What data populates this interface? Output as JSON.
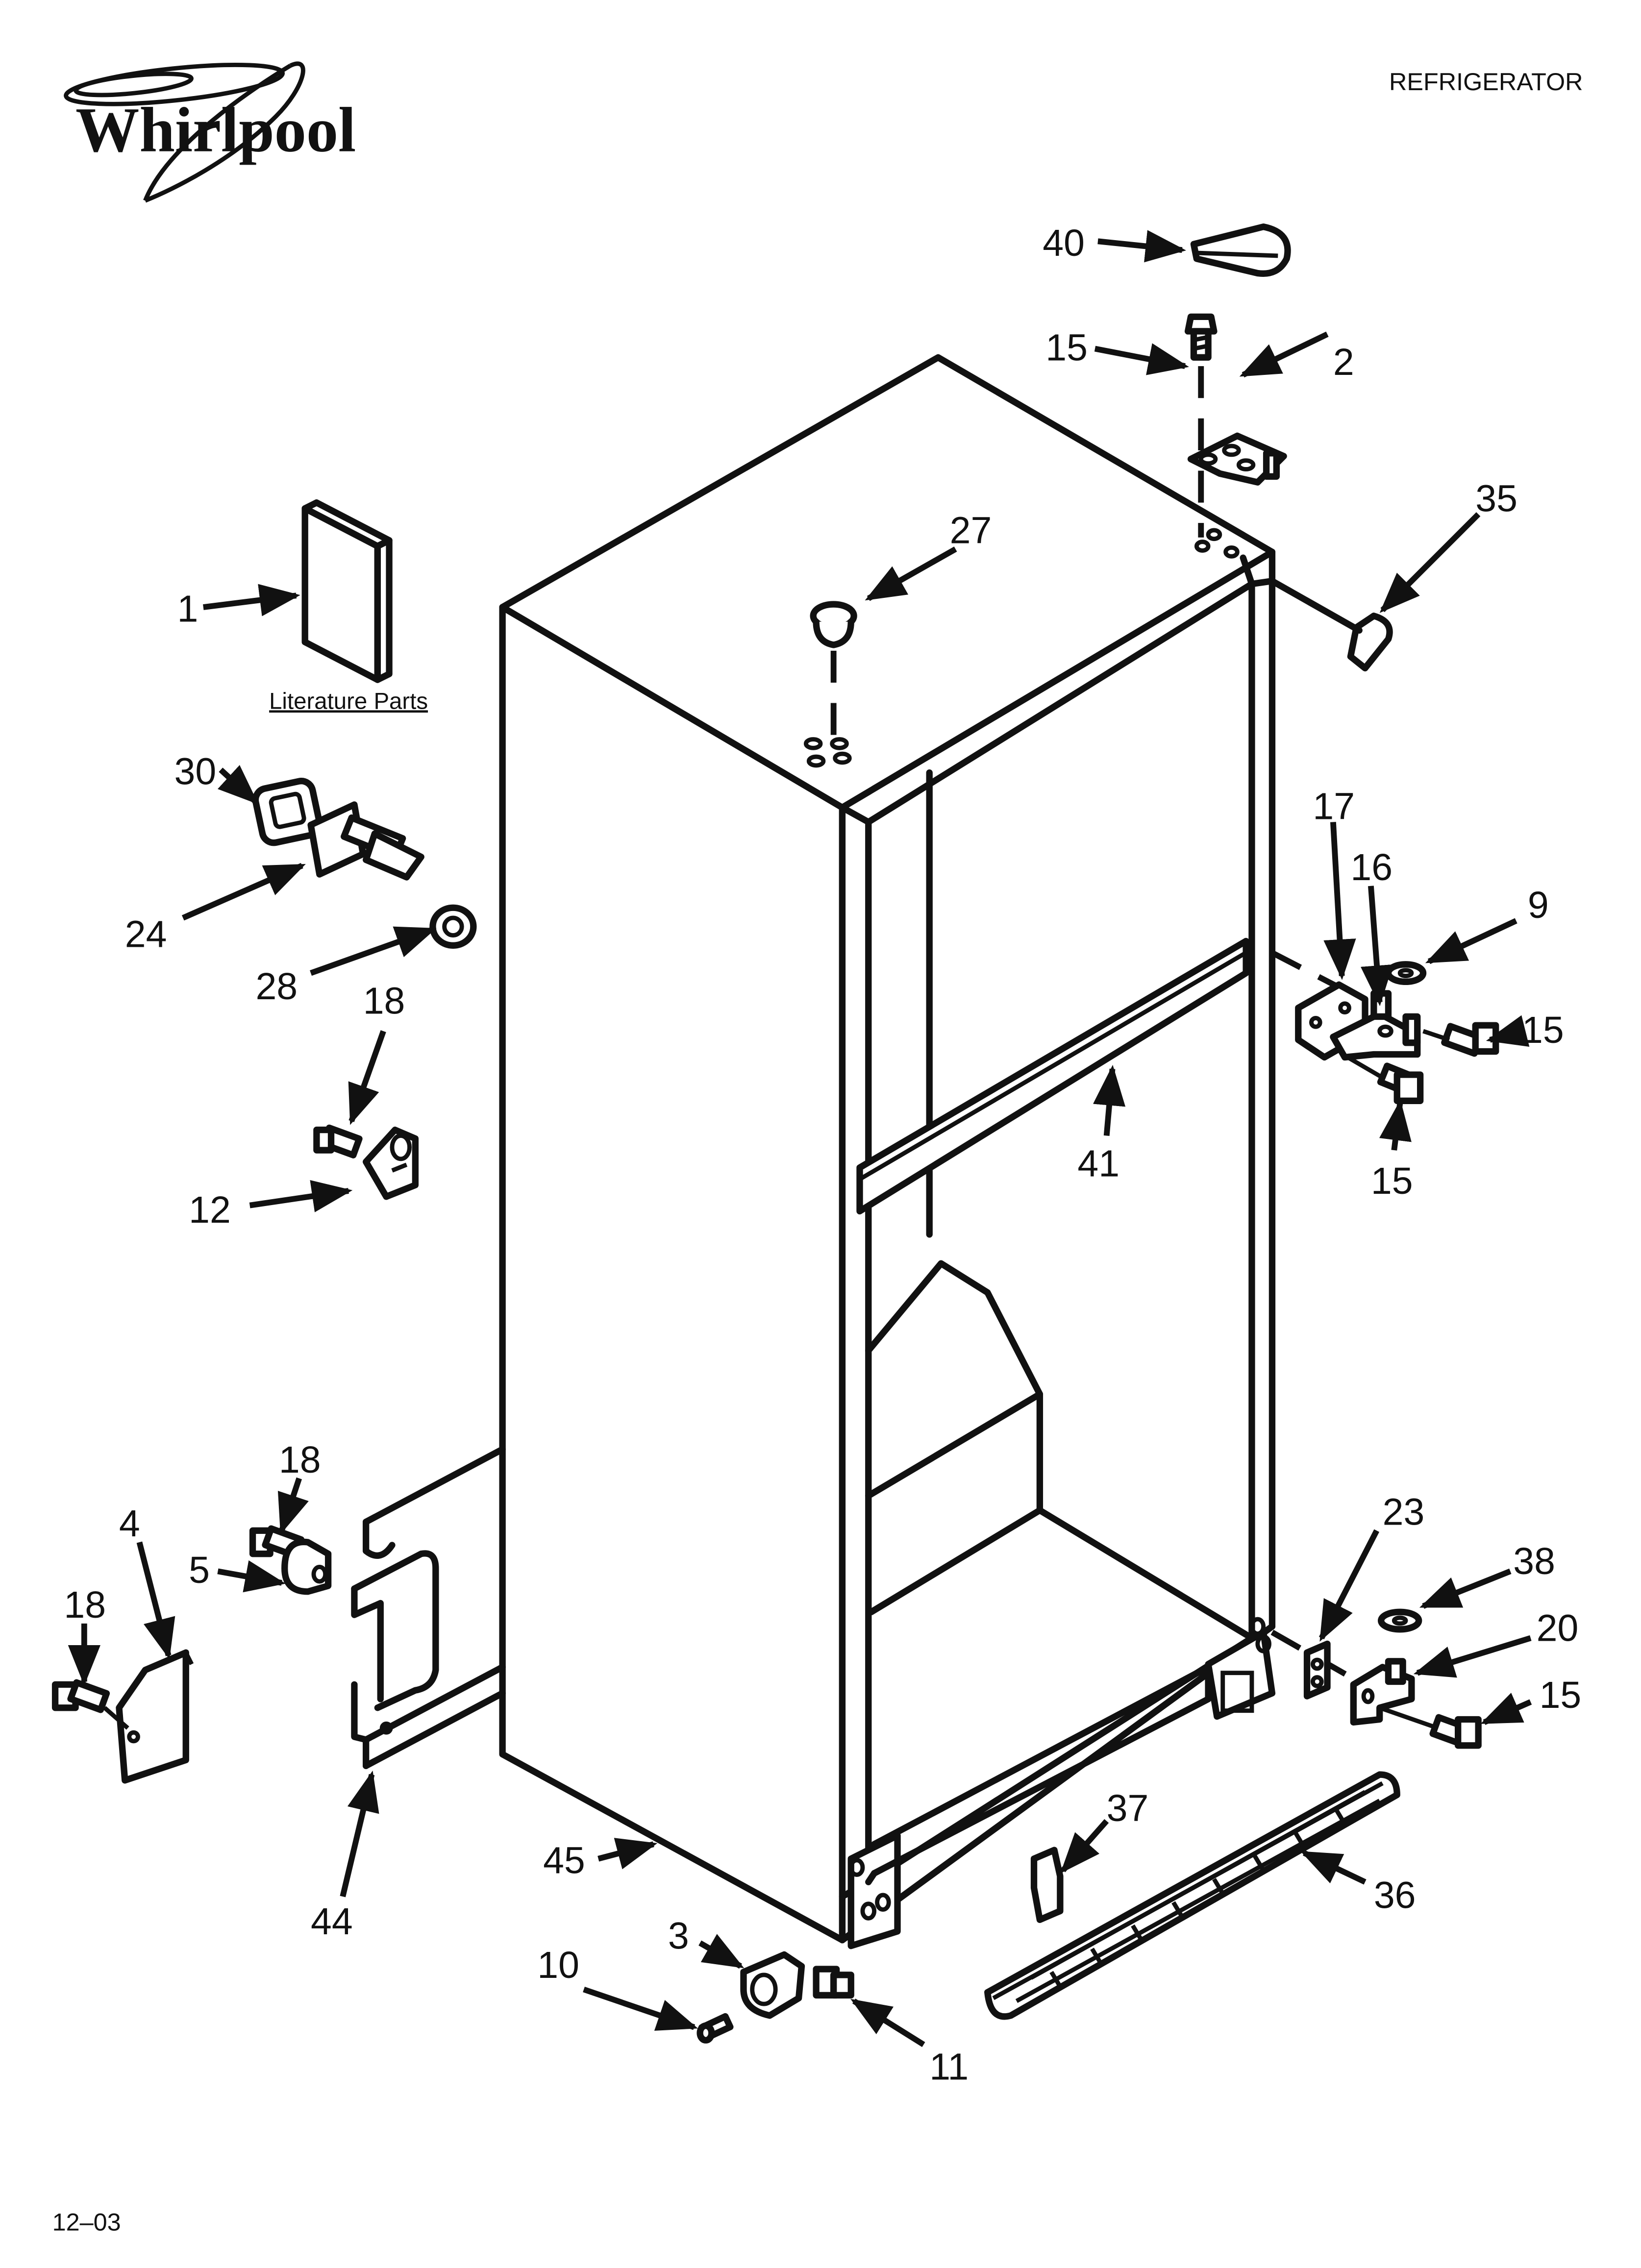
{
  "header": {
    "brand": "Whirlpool",
    "model_type": "REFRIGERATOR"
  },
  "literature_label": "Literature Parts",
  "footer": {
    "date_code": "12–03"
  },
  "callouts": {
    "c1": "1",
    "c2": "2",
    "c3": "3",
    "c4": "4",
    "c5": "5",
    "c9": "9",
    "c10": "10",
    "c11": "11",
    "c12": "12",
    "c15a": "15",
    "c15b": "15",
    "c15c": "15",
    "c15d": "15",
    "c16": "16",
    "c17": "17",
    "c18a": "18",
    "c18b": "18",
    "c18c": "18",
    "c20": "20",
    "c23": "23",
    "c24": "24",
    "c27": "27",
    "c28": "28",
    "c30": "30",
    "c35": "35",
    "c36": "36",
    "c37": "37",
    "c38": "38",
    "c40": "40",
    "c41": "41",
    "c44": "44",
    "c45": "45"
  }
}
